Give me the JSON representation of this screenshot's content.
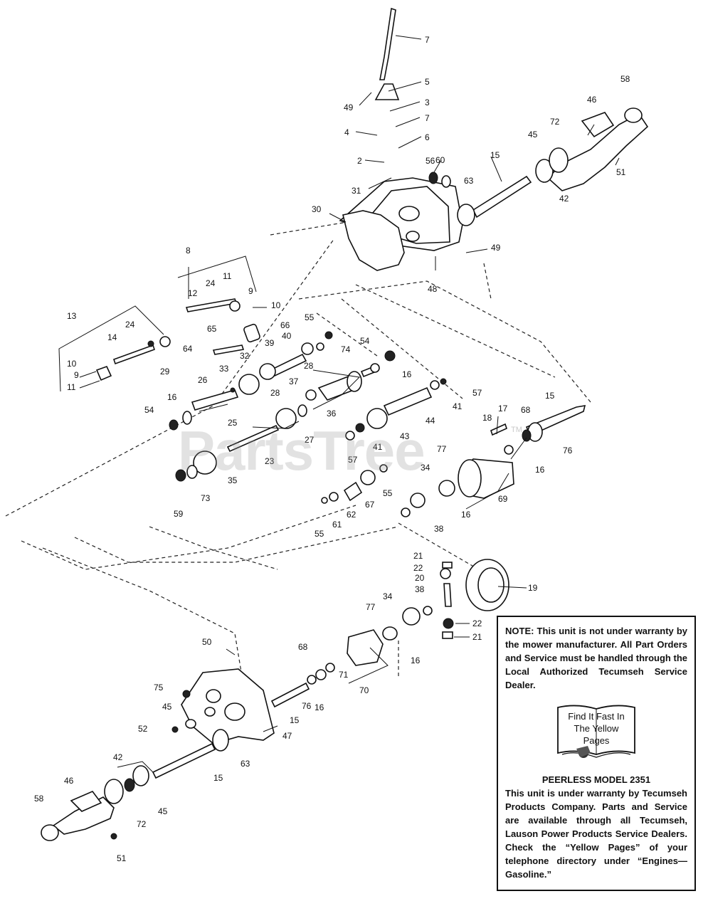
{
  "watermark": "PartsTree",
  "watermark_tm": "TM",
  "note": {
    "text": "NOTE: This unit is not under warranty by the mower manufacturer. All Part Orders and Service must be handled through the Local Authorized Tecumseh Service Dealer.",
    "yellow_pages": "Find It Fast In The Yellow Pages",
    "model_title": "PEERLESS MODEL 2351",
    "warranty": "This unit is under warranty by Tecumseh Products Company. Parts and Service are available through all Tecumseh, Lauson Power Products Service Dealers. Check the “Yellow Pages” of your telephone directory under “Engines—Gasoline.”"
  },
  "labels": {
    "l7a": "7",
    "l5": "5",
    "l49a": "49",
    "l3": "3",
    "l7b": "7",
    "l4": "4",
    "l6": "6",
    "l2": "2",
    "l56": "56",
    "l60": "60",
    "l31": "31",
    "l58a": "58",
    "l46a": "46",
    "l72a": "72",
    "l45a": "45",
    "l15a": "15",
    "l63a": "63",
    "l51a": "51",
    "l42a": "42",
    "l30": "30",
    "l49b": "49",
    "l48": "48",
    "l8": "8",
    "l11a": "11",
    "l24a": "24",
    "l9a": "9",
    "l12": "12",
    "l10a": "10",
    "l13": "13",
    "l55a": "55",
    "l66": "66",
    "l65": "65",
    "l40": "40",
    "l74": "74",
    "l24b": "24",
    "l14": "14",
    "l64": "64",
    "l39": "39",
    "l54a": "54",
    "l10b": "10",
    "l9b": "9",
    "l11b": "11",
    "l29": "29",
    "l32": "32",
    "l33": "33",
    "l28a": "28",
    "l16a": "16",
    "l26": "26",
    "l28b": "28",
    "l37": "37",
    "l57a": "57",
    "l15b": "15",
    "l36": "36",
    "l16b": "16",
    "l54b": "54",
    "l25": "25",
    "l27": "27",
    "l41a": "41",
    "l44": "44",
    "l18": "18",
    "l17": "17",
    "l68a": "68",
    "l43": "43",
    "l41b": "41",
    "l76a": "76",
    "l57b": "57",
    "l23": "23",
    "l77a": "77",
    "l16c": "16",
    "l35": "35",
    "l34a": "34",
    "l55b": "55",
    "l73": "73",
    "l67": "67",
    "l69": "69",
    "l59": "59",
    "l62": "62",
    "l16d": "16",
    "l61": "61",
    "l55c": "55",
    "l38a": "38",
    "l21a": "21",
    "l22a": "22",
    "l20": "20",
    "l19": "19",
    "l38b": "38",
    "l34b": "34",
    "l77b": "77",
    "l22b": "22",
    "l21b": "21",
    "l50": "50",
    "l68b": "68",
    "l16e": "16",
    "l71": "71",
    "l75": "75",
    "l76b": "76",
    "l16f": "16",
    "l70": "70",
    "l45b": "45",
    "l15c": "15",
    "l47": "47",
    "l52": "52",
    "l63b": "63",
    "l42b": "42",
    "l15d": "15",
    "l46b": "46",
    "l45c": "45",
    "l58b": "58",
    "l72b": "72",
    "l51b": "51"
  }
}
